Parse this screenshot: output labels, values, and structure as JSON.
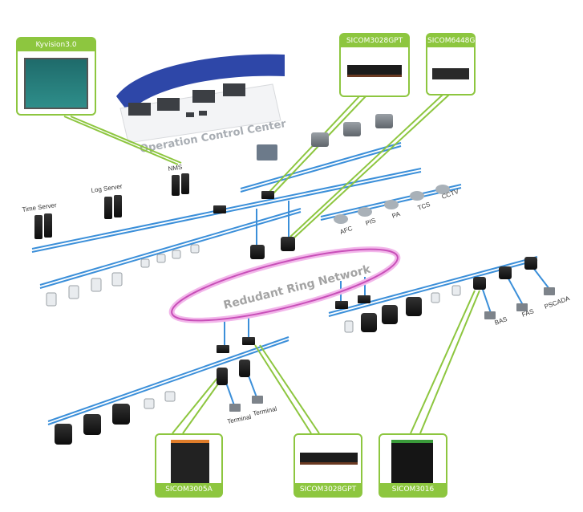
{
  "colors": {
    "callout_green": "#8dc63f",
    "network_blue": "#3b8fd9",
    "ring_magenta": "#d56bc9",
    "device_black": "#1a1a1a"
  },
  "callouts": {
    "kyvision": {
      "title": "Kyvision3.0",
      "icon": "monitoring-screenshot"
    },
    "sicom3028gpt_top": {
      "title": "SICOM3028GPT",
      "icon": "rack-switch"
    },
    "sicom6448g": {
      "title": "SICOM6448G",
      "icon": "rack-switch"
    },
    "sicom3005a": {
      "title": "SICOM3005A",
      "icon": "din-rail-switch"
    },
    "sicom3028gpt_bottom": {
      "title": "SICOM3028GPT",
      "icon": "rack-switch"
    },
    "sicom3016": {
      "title": "SICOM3016",
      "icon": "din-rail-switch"
    }
  },
  "labels": {
    "occ": "Operation Control Center",
    "ring": "Redudant Ring Network",
    "time_server": "Time Server",
    "log_server": "Log Server",
    "nms": "NMS",
    "afc": "AFC",
    "pis": "PIS",
    "pa": "PA",
    "tcs": "TCS",
    "cctv": "CCTV",
    "bas": "BAS",
    "fas": "FAS",
    "pscada": "PSCADA",
    "terminal1": "Terminal",
    "terminal2": "Terminal"
  }
}
